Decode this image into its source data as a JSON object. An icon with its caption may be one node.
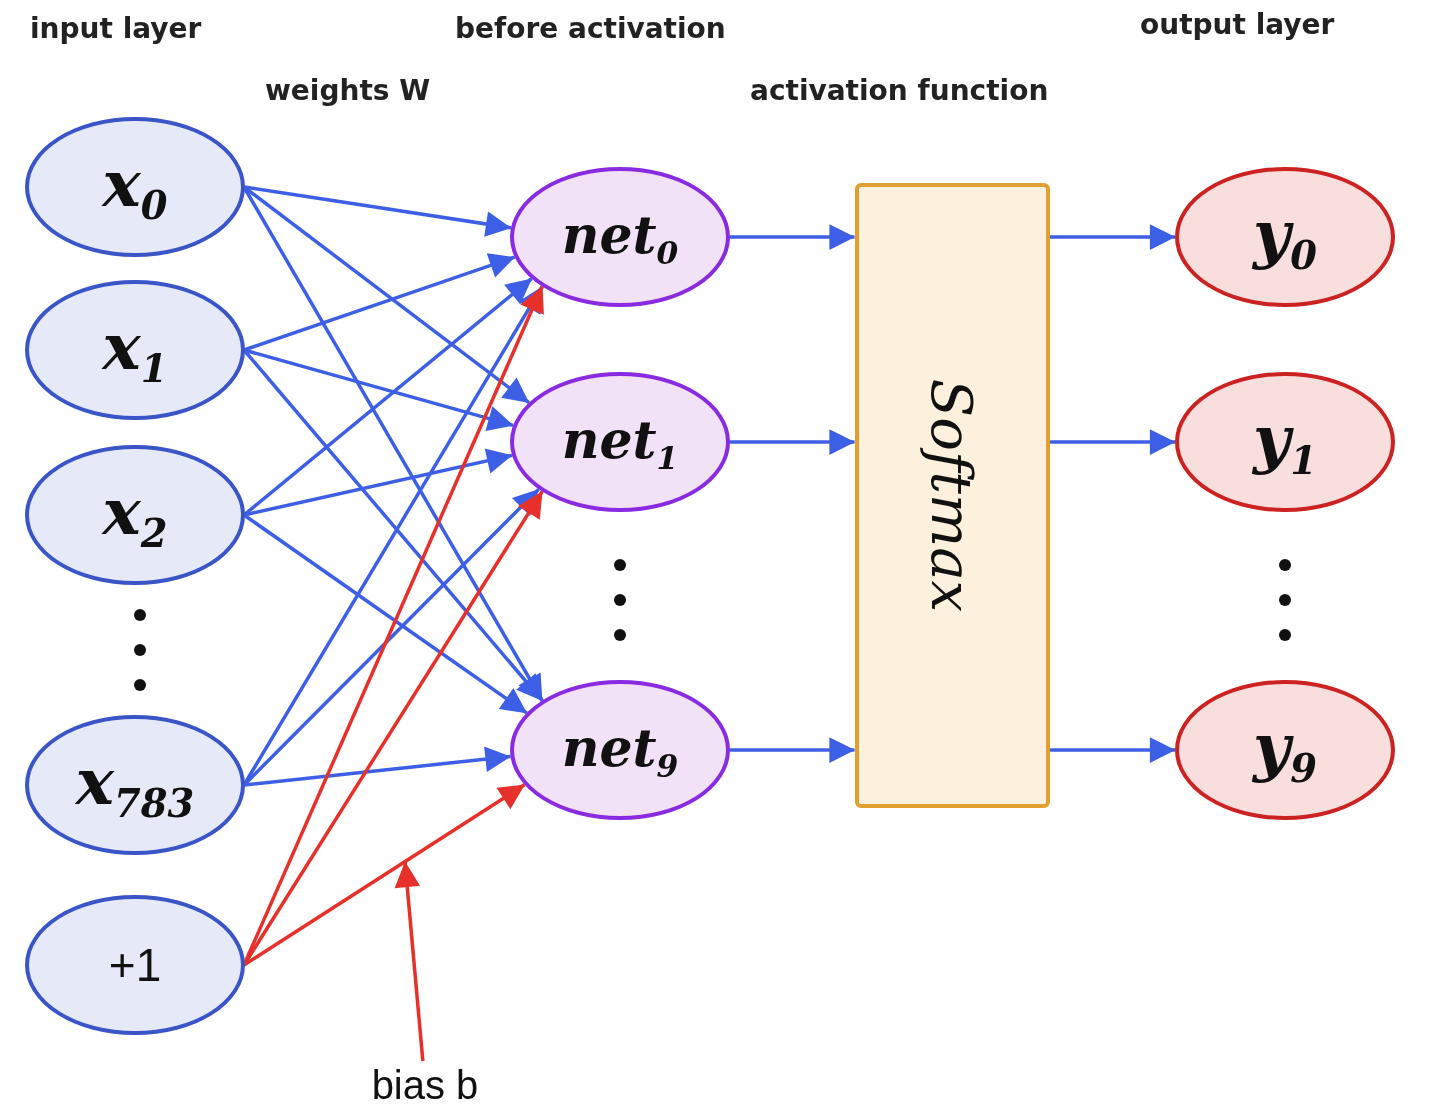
{
  "diagram": {
    "nodes": [
      {
        "text": [
          "x$_{0}$"
        ]
      },
      {
        "text": [
          "x$_{1}$"
        ]
      },
      {
        "text": [
          "x$_{2}$"
        ]
      },
      {
        "text": [
          "x$_{783}$"
        ]
      },
      {
        "text": [
          "+1"
        ]
      },
      {
        "text": [
          "net$_{0}$"
        ]
      },
      {
        "text": [
          "net$_{1}$"
        ]
      },
      {
        "text": [
          "net$_{9}$"
        ]
      },
      {
        "text": [
          "Softmax"
        ]
      },
      {
        "text": [
          "y$_{0}$"
        ]
      },
      {
        "text": [
          "y$_{1}$"
        ]
      },
      {
        "text": [
          "y$_{9}$"
        ]
      },
      {
        "text": [
          "bias b"
        ]
      }
    ],
    "edges": [
      {
        "from": 0,
        "to": 5,
        "arrow": "to"
      },
      {
        "from": 0,
        "to": 6,
        "arrow": "to"
      },
      {
        "from": 0,
        "to": 7,
        "arrow": "to"
      },
      {
        "from": 1,
        "to": 5,
        "arrow": "to"
      },
      {
        "from": 1,
        "to": 6,
        "arrow": "to"
      },
      {
        "from": 1,
        "to": 7,
        "arrow": "to"
      },
      {
        "from": 2,
        "to": 5,
        "arrow": "to"
      },
      {
        "from": 2,
        "to": 6,
        "arrow": "to"
      },
      {
        "from": 2,
        "to": 7,
        "arrow": "to"
      },
      {
        "from": 3,
        "to": 5,
        "arrow": "to"
      },
      {
        "from": 3,
        "to": 6,
        "arrow": "to"
      },
      {
        "from": 3,
        "to": 7,
        "arrow": "to"
      },
      {
        "from": 4,
        "to": 5,
        "arrow": "to",
        "color": "#e8302a"
      },
      {
        "from": 4,
        "to": 6,
        "arrow": "to",
        "color": "#e8302a"
      },
      {
        "from": 4,
        "to": 7,
        "arrow": "to",
        "color": "#e8302a"
      },
      {
        "from": 5,
        "to": 8,
        "arrow": "to"
      },
      {
        "from": 6,
        "to": 8,
        "arrow": "to"
      },
      {
        "from": 7,
        "to": 8,
        "arrow": "to"
      },
      {
        "from": 8,
        "to": 9,
        "arrow": "to"
      },
      {
        "from": 8,
        "to": 10,
        "arrow": "to"
      },
      {
        "from": 8,
        "to": 11,
        "arrow": "to"
      },
      {
        "from": 12,
        "to": null,
        "arrow": "to",
        "color": "#e8302a"
      }
    ],
    "labels": [
      "input layer",
      "before activation",
      "output layer",
      "weights W",
      "activation function"
    ]
  }
}
